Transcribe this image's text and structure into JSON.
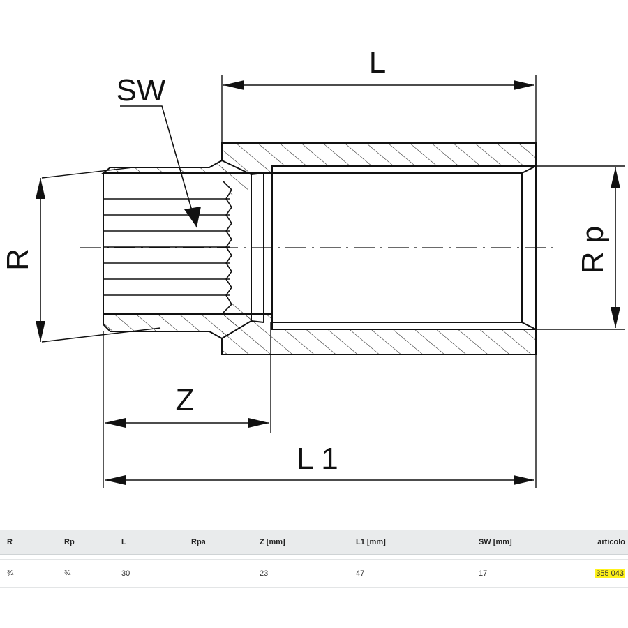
{
  "drawing": {
    "labels": {
      "L": "L",
      "SW": "SW",
      "R": "R",
      "Rp": "R p",
      "Z": "Z",
      "L1": "L 1"
    }
  },
  "table": {
    "headers": [
      "R",
      "Rp",
      "L",
      "Rpa",
      "Z [mm]",
      "L1 [mm]",
      "SW [mm]",
      "articolo"
    ],
    "rows": [
      [
        "¾",
        "¾",
        "30",
        "",
        "23",
        "47",
        "17",
        "355 043"
      ]
    ],
    "highlight_color": "#fff21a"
  }
}
